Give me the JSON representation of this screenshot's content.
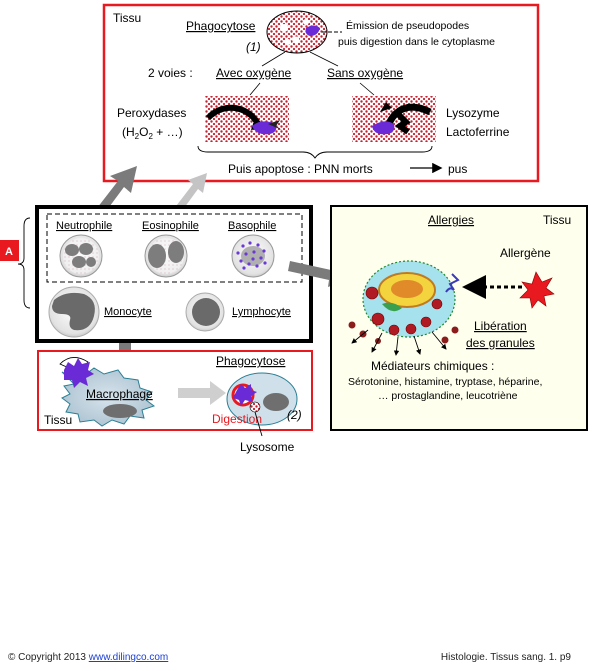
{
  "colors": {
    "red_frame": "#e8191f",
    "cell_fill": "#c9d7df",
    "dotted_red": "#d9333d",
    "nucleus_violet": "#6a2bd6",
    "granule_red": "#a11620",
    "arrow_gray": "#8a8a8a",
    "tissue_panel": "#ffffee"
  },
  "top_panel": {
    "tissue_label": "Tissu",
    "phagocytose": "Phagocytose",
    "step_1": "(1)",
    "emission_line1": "Émission de pseudopodes",
    "emission_line2": "puis digestion dans le cytoplasme",
    "two_ways": "2 voies :",
    "with_oxygen": "Avec oxygène",
    "without_oxygen": "Sans oxygène",
    "peroxydases": "Peroxydases",
    "h2o2_prefix": "(H",
    "h2o2_sub1": "2",
    "h2o2_mid": "O",
    "h2o2_sub2": "2",
    "h2o2_suffix": " + …)",
    "lysozyme": "Lysozyme",
    "lactoferrine": "Lactoferrine",
    "apoptose": "Puis apoptose : PNN morts",
    "pus": "pus"
  },
  "marker_a": "A",
  "blood_panel": {
    "neutrophile": "Neutrophile",
    "eosinophile": "Eosinophile",
    "basophile": "Basophile",
    "monocyte": "Monocyte",
    "lymphocyte": "Lymphocyte"
  },
  "right_panel": {
    "allergies": "Allergies",
    "tissue_label": "Tissu",
    "allergene": "Allergène",
    "liberation": "Libération",
    "granules": "des granules",
    "mediateurs": "Médiateurs chimiques :",
    "list_line1": "Sérotonine, histamine, tryptase, héparine,",
    "list_line2": "… prostaglandine, leucotriène"
  },
  "bottom_panel": {
    "tissue_label": "Tissu",
    "macrophage": "Macrophage",
    "phagocytose": "Phagocytose",
    "digestion": "Digestion",
    "step_2": "(2)",
    "lysosome": "Lysosome"
  },
  "footer": {
    "copyright": "© Copyright 2013",
    "site": "www.dilingco.com",
    "reference": "Histologie. Tissus sang. 1.  p9"
  }
}
